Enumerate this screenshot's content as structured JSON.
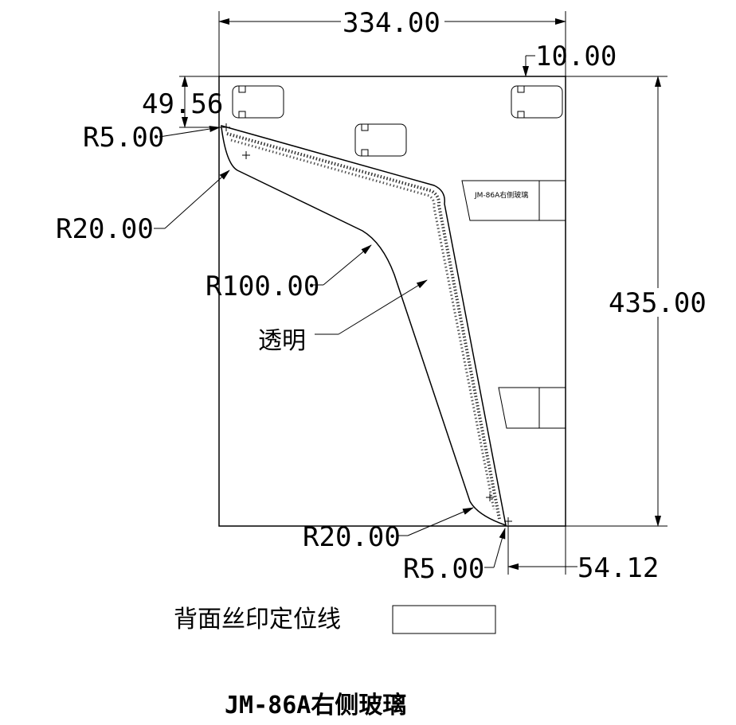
{
  "dimensions": {
    "width_top": "334.00",
    "offset_top_right": "10.00",
    "offset_top_left": "49.56",
    "height_right": "435.00",
    "bottom_right": "54.12"
  },
  "radii": {
    "top_left_small": "R5.00",
    "top_left_large": "R20.00",
    "middle": "R100.00",
    "bottom_large": "R20.00",
    "bottom_small": "R5.00"
  },
  "labels": {
    "transparent": "透明",
    "legend_text": "背面丝印定位线",
    "part_label": "JM-86A右侧玻璃"
  },
  "title": "JM-86A右侧玻璃"
}
